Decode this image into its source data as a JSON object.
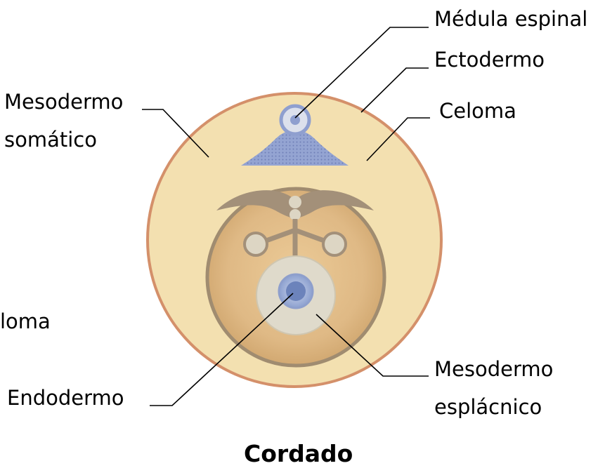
{
  "labels": {
    "medula_espinal": "Médula espinal",
    "ectodermo": "Ectodermo",
    "celoma_right": "Celoma",
    "mesodermo_somatico_line1": "Mesodermo",
    "mesodermo_somatico_line2": "somático",
    "celoma_left": "loma",
    "endodermo": "Endodermo",
    "mesodermo_esplacnico_line1": "Mesodermo",
    "mesodermo_esplacnico_line2": "esplácnico"
  },
  "caption": "Cordado",
  "colors": {
    "ectoderm_outline": "#d4906a",
    "coelom_fill": "#f3e0b0",
    "inner_body": "#ddb781",
    "neural_blue": "#8f9fcf",
    "notochord_gray": "#a09078",
    "gut_ring": "#dfdacb",
    "leader_line": "#000000"
  }
}
